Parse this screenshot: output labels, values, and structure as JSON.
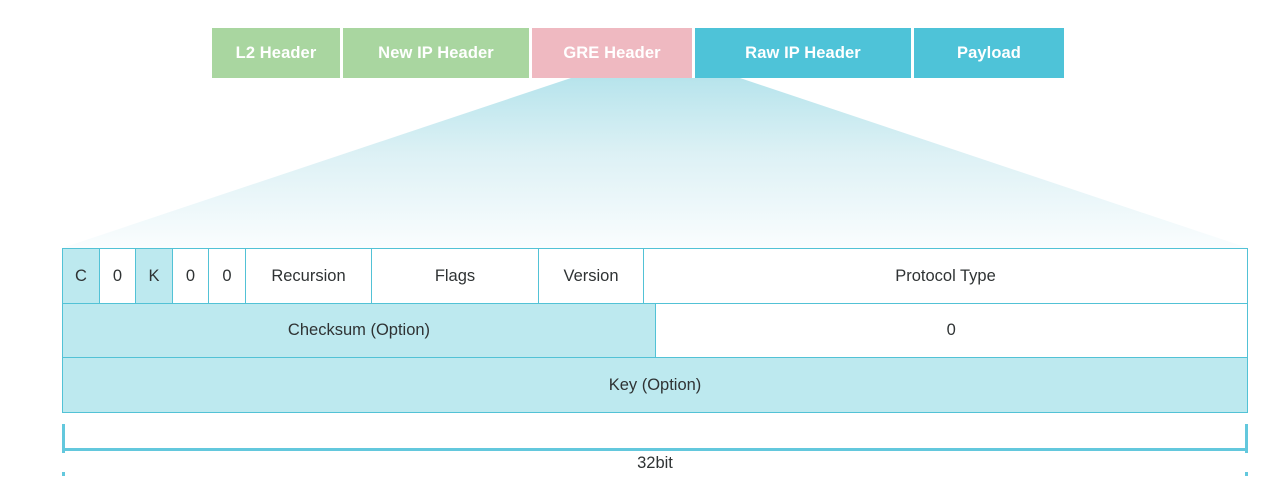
{
  "diagram": {
    "title": "GRE Header encapsulation and header format",
    "colors": {
      "green": "#a9d6a0",
      "pink": "#efb9c1",
      "cyan": "#4ec3d8",
      "table_border": "#52c2d6",
      "cell_shaded": "#bde9ef",
      "text_dark": "#2f3334",
      "funnel_top": "#bce5ed",
      "funnel_bottom": "#fbfdfe"
    }
  },
  "packet_band": {
    "blocks": [
      {
        "label": "L2 Header",
        "color": "green"
      },
      {
        "label": "New IP Header",
        "color": "green"
      },
      {
        "label": "GRE Header",
        "color": "pink"
      },
      {
        "label": "Raw IP Header",
        "color": "cyan"
      },
      {
        "label": "Payload",
        "color": "cyan"
      }
    ]
  },
  "funnel": {
    "source_block": "GRE Header",
    "description": "expansion callout from GRE Header to header format table"
  },
  "header_table": {
    "row1": {
      "bits": [
        {
          "label": "C",
          "shaded": true
        },
        {
          "label": "0",
          "shaded": false
        },
        {
          "label": "K",
          "shaded": true
        },
        {
          "label": "0",
          "shaded": false
        },
        {
          "label": "0",
          "shaded": false
        }
      ],
      "recursion": "Recursion",
      "flags": "Flags",
      "version": "Version",
      "protocol_type": "Protocol Type"
    },
    "row2": {
      "checksum": "Checksum (Option)",
      "reserved": "0"
    },
    "row3": {
      "key": "Key (Option)"
    }
  },
  "scale": {
    "label": "32bit"
  }
}
